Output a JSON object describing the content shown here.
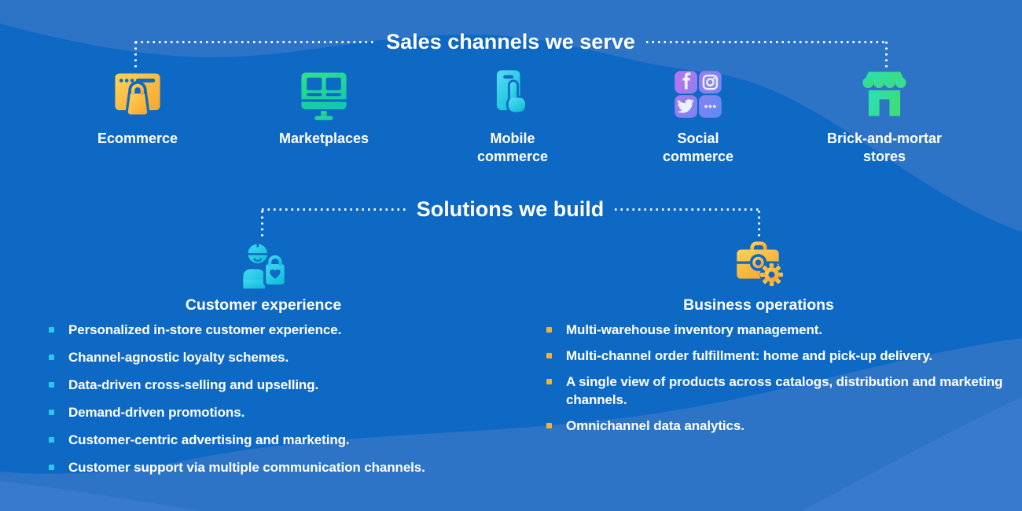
{
  "colors": {
    "background_base": "#0E69C5",
    "background_wave_light": "#2E74C6",
    "background_wave_lighter": "#3A7CCD",
    "text": "#FFFFFF",
    "bullet_cyan": "#2BC9E8",
    "bullet_gold": "#F2B32E",
    "icon_yellow_start": "#FFD259",
    "icon_yellow_end": "#F7A62E",
    "icon_green_start": "#31E187",
    "icon_green_end": "#12C9AE",
    "icon_cyan_start": "#55DCF5",
    "icon_cyan_end": "#14BFD8",
    "icon_purple": "#BC74EC",
    "icon_blue": "#5B8CF2"
  },
  "sections": {
    "channels": {
      "title": "Sales channels we serve",
      "items": [
        {
          "label": "Ecommerce",
          "icon": "ecommerce-icon"
        },
        {
          "label": "Marketplaces",
          "icon": "marketplaces-icon"
        },
        {
          "label": "Mobile\ncommerce",
          "icon": "mobile-commerce-icon"
        },
        {
          "label": "Social\ncommerce",
          "icon": "social-commerce-icon"
        },
        {
          "label": "Brick-and-mortar\nstores",
          "icon": "brick-and-mortar-stores-icon"
        }
      ]
    },
    "solutions": {
      "title": "Solutions we build",
      "groups": [
        {
          "heading": "Customer experience",
          "icon": "customer-experience-icon",
          "bullet_color": "#2BC9E8",
          "bullets": [
            "Personalized in-store customer experience.",
            "Channel-agnostic loyalty schemes.",
            "Data-driven cross-selling and upselling.",
            "Demand-driven promotions.",
            "Customer-centric advertising and marketing.",
            "Customer support via multiple communication channels."
          ]
        },
        {
          "heading": "Business operations",
          "icon": "business-operations-icon",
          "bullet_color": "#F2B32E",
          "bullets": [
            "Multi-warehouse inventory management.",
            "Multi-channel order fulfillment: home and pick-up delivery.",
            "A single view of products across catalogs, distribution and marketing channels.",
            "Omnichannel data analytics."
          ]
        }
      ]
    }
  }
}
